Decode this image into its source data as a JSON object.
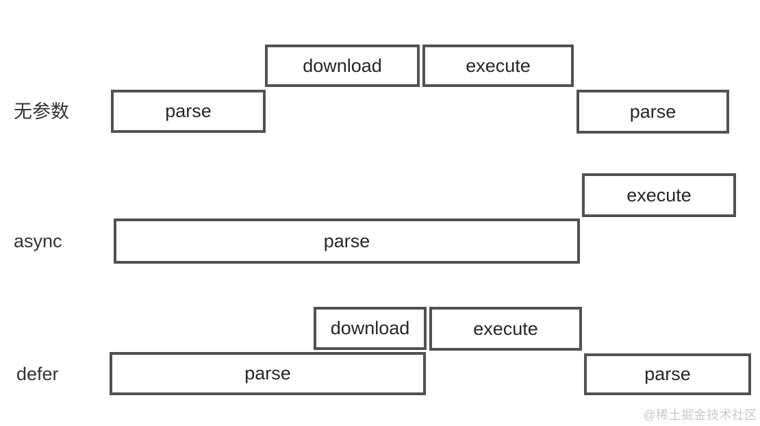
{
  "diagram": {
    "rows": [
      {
        "label": "无参数",
        "boxes": [
          {
            "label": "parse"
          },
          {
            "label": "download"
          },
          {
            "label": "execute"
          },
          {
            "label": "parse"
          }
        ]
      },
      {
        "label": "async",
        "boxes": [
          {
            "label": "parse"
          },
          {
            "label": "execute"
          }
        ]
      },
      {
        "label": "defer",
        "boxes": [
          {
            "label": "parse"
          },
          {
            "label": "download"
          },
          {
            "label": "execute"
          },
          {
            "label": "parse"
          }
        ]
      }
    ],
    "watermark": "@稀土掘金技术社区",
    "colors": {
      "border": "#515151",
      "box_text": "#262626",
      "label_text": "#333333",
      "watermark": "#c8c8c8",
      "background": "#ffffff"
    }
  }
}
